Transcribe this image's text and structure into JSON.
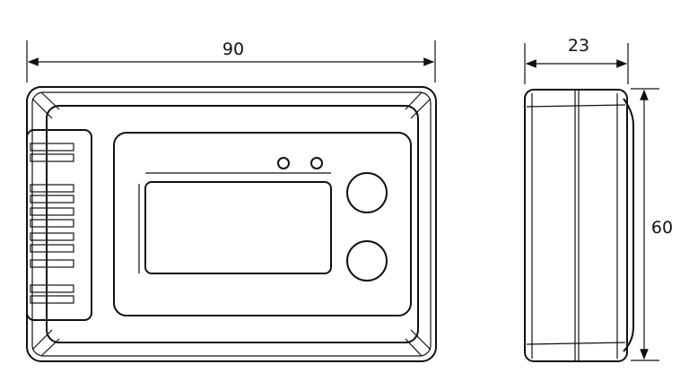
{
  "dimensions": {
    "width": "90",
    "depth": "23",
    "height": "60"
  },
  "colors": {
    "line": "#111111",
    "background": "#ffffff"
  }
}
